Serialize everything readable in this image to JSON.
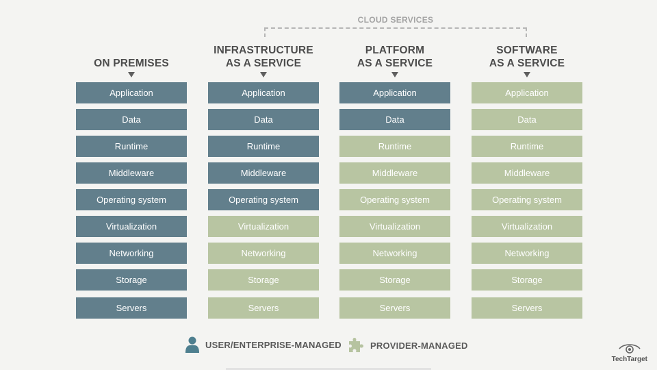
{
  "cloud_services_label": "CLOUD SERVICES",
  "layer_names": [
    "Application",
    "Data",
    "Runtime",
    "Middleware",
    "Operating system",
    "Virtualization",
    "Networking",
    "Storage",
    "Servers"
  ],
  "columns": [
    {
      "title": "ON PREMISES",
      "user_managed_layers": 9
    },
    {
      "title": "INFRASTRUCTURE\nAS A SERVICE",
      "user_managed_layers": 5
    },
    {
      "title": "PLATFORM\nAS A SERVICE",
      "user_managed_layers": 2
    },
    {
      "title": "SOFTWARE\nAS A SERVICE",
      "user_managed_layers": 0
    }
  ],
  "legend": {
    "user": "USER/ENTERPRISE-MANAGED",
    "provider": "PROVIDER-MANAGED"
  },
  "brand": "TechTarget",
  "colors": {
    "user_managed": "#627f8c",
    "provider_managed": "#b8c5a2",
    "background": "#f4f4f2",
    "title_text": "#4d4d4d"
  },
  "icons": {
    "user": "person-icon",
    "provider": "puzzle-piece-icon",
    "brand": "eye-logo-icon"
  }
}
